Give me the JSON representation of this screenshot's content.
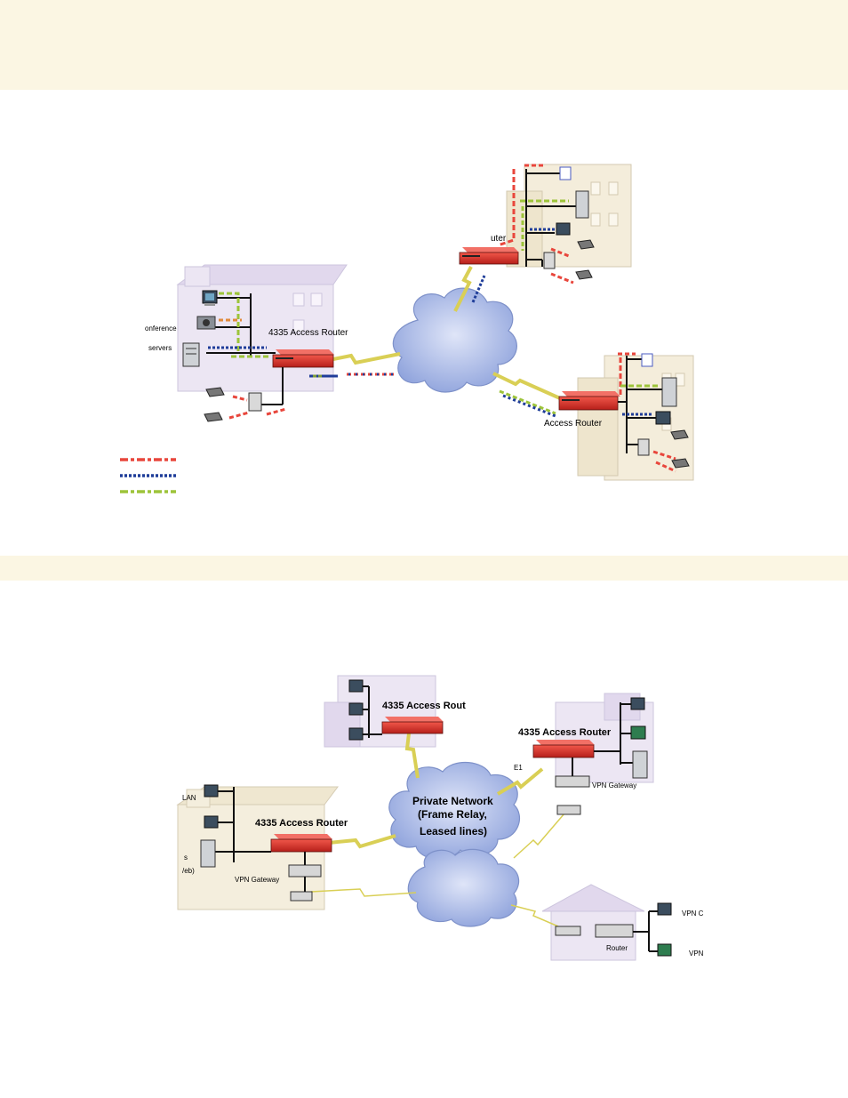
{
  "diagram1": {
    "label_conference": "onference",
    "label_servers": "servers",
    "label_router_left": "4335 Access Router",
    "label_router_top": "uter",
    "label_router_right": "Access Router"
  },
  "diagram2": {
    "label_router_top": "4335 Access Rout",
    "label_router_right": "4335 Access Router",
    "label_router_left": "4335 Access Router",
    "label_e1": "E1",
    "label_lan": "LAN",
    "label_s": "s",
    "label_web": "/eb)",
    "label_vpn_gateway_left": "VPN Gateway",
    "label_vpn_gateway_right": "VPN Gateway",
    "cloud_line1": "Private Network",
    "cloud_line2": "(Frame Relay,",
    "cloud_line3": "Leased lines)",
    "label_router_home": "Router",
    "label_vpn_c": "VPN C",
    "label_vpn": "VPN"
  },
  "colors": {
    "band": "#fbf6e3",
    "router_red": "#e0342c",
    "voice_red": "#e8463c",
    "data_blue": "#1f3d99",
    "video_green": "#9dc43a",
    "cloud_blue": "#a9b9e6",
    "building": "#e9e2f2",
    "link_yellow": "#d9cf55"
  }
}
